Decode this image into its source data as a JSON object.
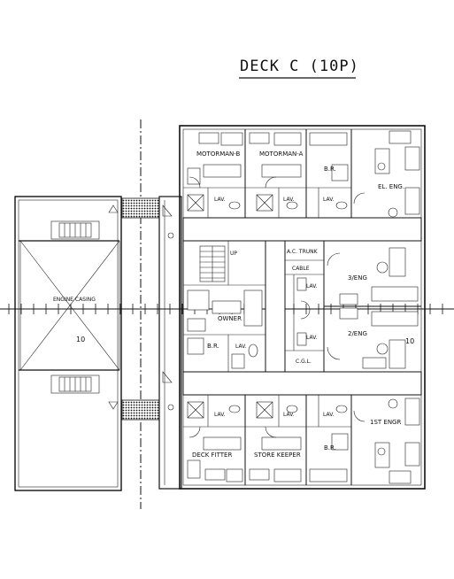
{
  "title": "DECK C (10P)",
  "engine_casing": {
    "label": "ENGINE CASING",
    "frame_left": "10"
  },
  "frame_right": "10",
  "rooms": {
    "motorman_b": "MOTORMAN-B",
    "motorman_a": "MOTORMAN-A",
    "br_top": "B.R.",
    "el_eng": "EL. ENG.",
    "lav_top_1": "LAV.",
    "lav_top_2": "LAV.",
    "lav_top_3": "LAV.",
    "ac_trunk": "A.C. TRUNK",
    "cable": "CABLE",
    "lav_mid_1": "LAV.",
    "lav_mid_2": "LAV.",
    "cgl": "C.G.L.",
    "eng3": "3/ENG",
    "eng2": "2/ENG",
    "owner": "OWNER",
    "br_mid": "B.R.",
    "lav_mid_3": "LAV.",
    "up": "UP",
    "lav_bot_1": "LAV.",
    "lav_bot_2": "LAV.",
    "lav_bot_3": "LAV.",
    "first_engr": "1ST ENGR",
    "deck_fitter": "DECK FITTER",
    "store_keeper": "STORE KEEPER",
    "br_bot": "B.R."
  }
}
